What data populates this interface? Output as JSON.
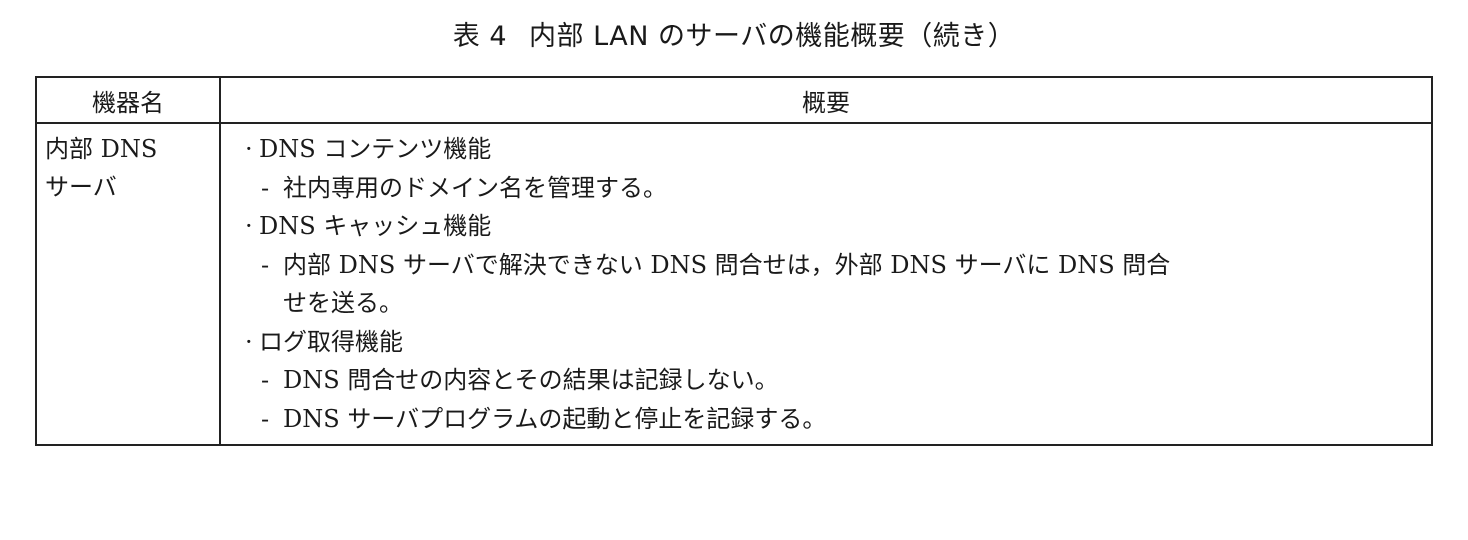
{
  "title": {
    "number": "表 4",
    "text": "内部 LAN のサーバの機能概要（続き）"
  },
  "table": {
    "headers": [
      "機器名",
      "概要"
    ],
    "rows": [
      {
        "device_line1": "内部 DNS",
        "device_line2": "サーバ",
        "features": [
          {
            "bullet": "·",
            "name": "DNS コンテンツ機能",
            "details": [
              {
                "dash": "-",
                "text": "社内専用のドメイン名を管理する。"
              }
            ]
          },
          {
            "bullet": "·",
            "name": "DNS キャッシュ機能",
            "details": [
              {
                "dash": "-",
                "text": "内部 DNS サーバで解決できない DNS 問合せは，外部 DNS サーバに DNS 問合",
                "cont": "せを送る。"
              }
            ]
          },
          {
            "bullet": "·",
            "name": "ログ取得機能",
            "details": [
              {
                "dash": "-",
                "text": "DNS 問合せの内容とその結果は記録しない。"
              },
              {
                "dash": "-",
                "text": "DNS サーバプログラムの起動と停止を記録する。"
              }
            ]
          }
        ]
      }
    ]
  }
}
